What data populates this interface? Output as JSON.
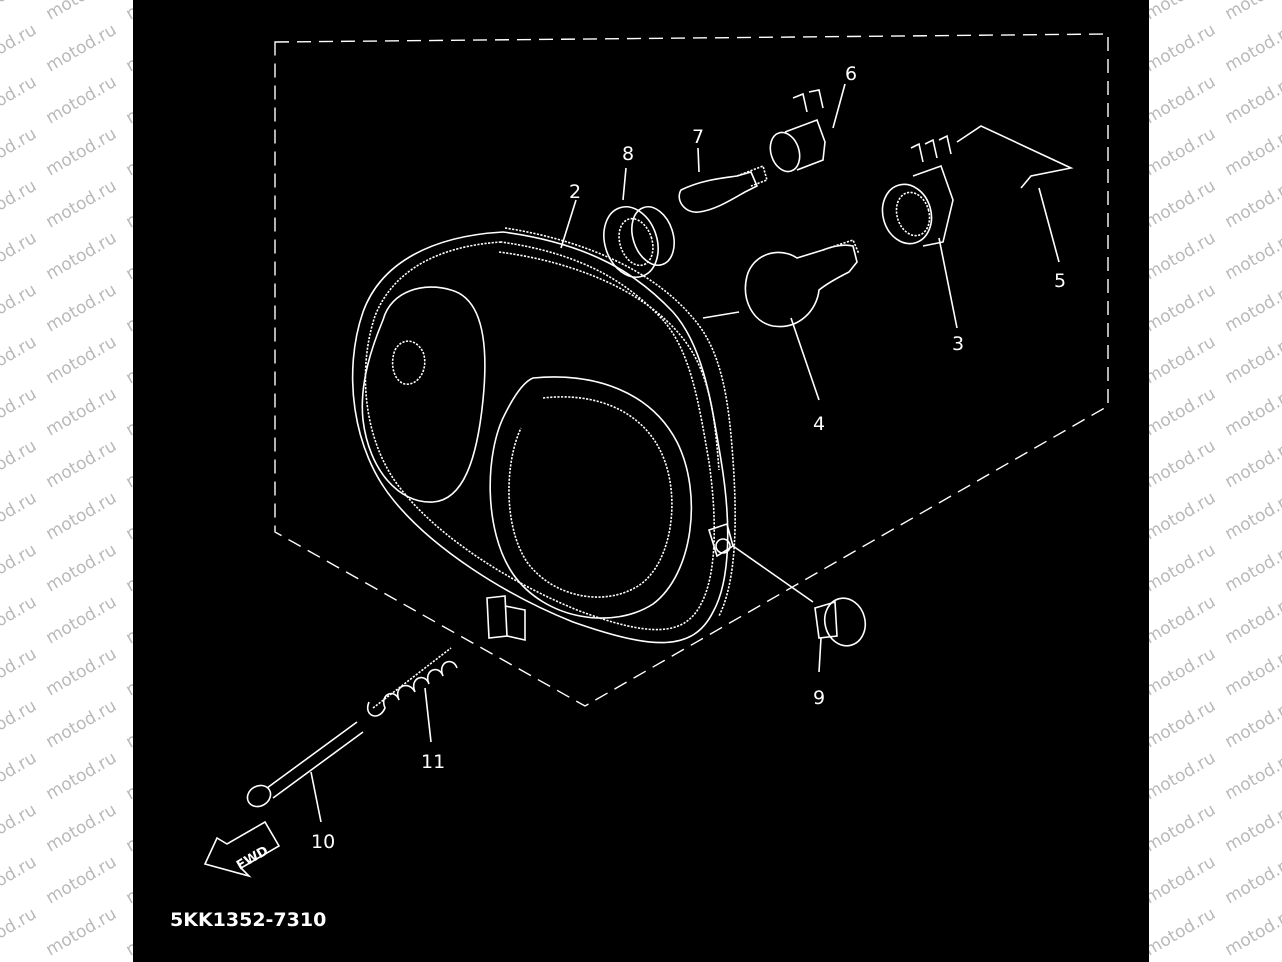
{
  "watermark": {
    "text": "motod.ru",
    "color": "#b9b9b9"
  },
  "diagram": {
    "background": "#000000",
    "line_color": "#ffffff",
    "part_code": "5KK1352-7310",
    "fwd_label": "FWD",
    "callouts": {
      "c1": "2",
      "c2": "3",
      "c3": "4",
      "c4": "5",
      "c5": "6",
      "c6": "7",
      "c7": "8",
      "c8": "9",
      "c9": "10",
      "c10": "11"
    }
  }
}
